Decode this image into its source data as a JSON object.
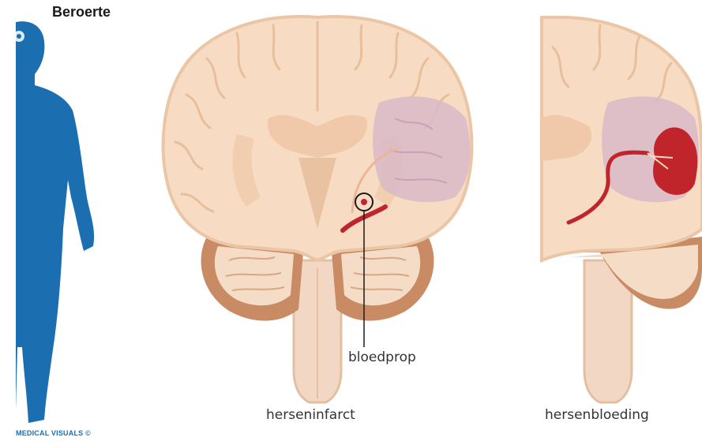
{
  "title": "Beroerte",
  "labels": {
    "clot": "bloedprop",
    "infarct": "herseninfarct",
    "hemorrhage": "hersenbloeding"
  },
  "credit": "MEDICAL VISUALS ©",
  "colors": {
    "silhouette": "#1b6fb0",
    "brain_tissue": "#f7dcc3",
    "gray_matter": "#f3d2b5",
    "outline": "#e8bf9c",
    "cerebellum": "#c98b64",
    "affected_area": "#d9b8c8",
    "blood": "#c0252b"
  }
}
